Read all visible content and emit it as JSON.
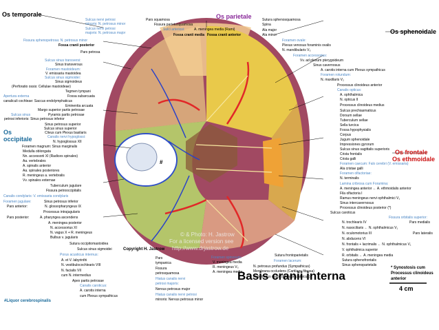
{
  "title": "Basis cranii interna",
  "scale": "4 cm",
  "watermark": [
    "© & Photo: H. Jastrow",
    "For a licensed version see",
    "http://www.drjastrow.de"
  ],
  "copyright": "Copyright H. Jastrow",
  "footnote_left": "#Liquor cerebrospinalis",
  "footnote_right": [
    "* Synostosis cum",
    "Processus clinoideus",
    "anterior"
  ],
  "hash_mark": "#",
  "bones": {
    "temporale": "Os temporale",
    "parietale": "Os parietale",
    "sphenoidale": "Os sphenoidale",
    "occipitale": "Os occipitale",
    "frontale": "Os frontale",
    "ethmoidale": "Os ethmoidale"
  },
  "colors": {
    "temporale": "#d6a57a",
    "parietale": "#f3cd92",
    "sphenoidale": "#e9c94a",
    "occipitale": "#b4c56a",
    "frontale": "#d8a84e",
    "ethmoidale": "#efa236",
    "outer": "#a14962",
    "vessel_artery": "#e12828",
    "vessel_vein": "#2a42c8",
    "label_blue": "#4a86c5",
    "label_red": "#cc1010",
    "label_purple": "#8a2a9a"
  },
  "labels": {
    "l_sulcus_nervi_min": "Sulcus nervi petrosi",
    "l_minoris": "minoris: N. petrosus minor",
    "l_sulcus_nervi_maj": "Sulcus nervi petrosi",
    "l_majoris": "majoris: N. petrosus major",
    "l_fissura_spheno": "Fissura sphenopetrosa: N. petrosus minor",
    "l_fossa_cranii_post": "Fossa cranii posterior",
    "l_pars_petrosa": "Pars petrosa",
    "l_sulcus_sinus_transversi": "Sulcus sinus transversi:",
    "l_sinus_transversus": "Sinus transversus",
    "l_foramen_mastoideum": "Foramen mastoideum:",
    "l_v_emissaria_mastoidea": "V. emissaria mastoidea",
    "l_sulcus_sinus_sigmoidei": "Sulcus sinus sigmoidei:",
    "l_sinus_sigmoideus": "Sinus sigmoideus",
    "l_perforatio": "(Perforatio ossis: Cellulae mastoideae)",
    "l_tegmen_tympani": "Tegmen tympani",
    "l_apertura1": "Apertura externa",
    "l_fossa_subarcuata": "Fossa subarcuata",
    "l_apertura2": "canaliculi cochleae: Saccus endolymphaticus",
    "l_eminentia_arcuata": "Eminentia arcuata",
    "l_margo_superior": "Margo superior partis petrosae",
    "l_sulcus_sinus_petrosi1": "Sulcus sinus",
    "l_pyramis": "Pyramis partis petrosae",
    "l_sulcus_sinus_petrosi2": "petrosi inferioris: Sinus petrosus inferior",
    "l_sinus_petrosus_superior": "Sinus petrosus superior",
    "l_sulcus_sinus_sup": "Sulcus sinus superior",
    "l_clivus": "Clivus cum Plexus basilaris",
    "l_canalis_hypoglossi": "Canalis nervi hypoglossi:",
    "l_n_hypoglossus": "N. hypoglossus XII",
    "l_foramen_magnum": "Foramen magnum: Sinus marginalis",
    "l_medulla": "Medulla oblongata",
    "l_nn_accessorii": "Nn. accessorii XI (Radices spinales)",
    "l_aa_vertebrales": "Aa. vertebrales",
    "l_a_spinalis_anterior": "A. spinalis anterior",
    "l_aa_spinales_post": "Aa. spinales posteriores",
    "l_r_meningeus": "R. meningeus a. vertebralis",
    "l_vv_spinales": "Vv. spinales externae",
    "l_tuberculum_jugulare": "Tuberculum jugulare",
    "l_fissura_petrooccipitalis": "Fissura petrooccipitalis",
    "l_canalis_condylaris": "Canalis condylaris: V. emissaria condylaris",
    "l_foramen_jugulare": "Foramen jugulare:",
    "l_sinus_petrosus_inferior": "Sinus petrosus inferior",
    "l_pars_anterior": "Pars anterior:",
    "l_n_glossopharyngeus": "N. glossopharyngeus IX",
    "l_processus_intrajugularis": "Processus intrajugularis",
    "l_pars_posterior": "Pars posterior:",
    "l_a_pharyngea": "A. pharyngea ascendens",
    "l_a_meningea_post": "A. meningea posterior",
    "l_n_accessorius": "N. accessorius XI",
    "l_n_vagus": "N. vagus X + R. meningeus",
    "l_bulbus": "Bulbus v. jugularis",
    "l_sutura_occipitomastoidea": "Sutura occipitomastoidea",
    "l_sulcus_sinus_sigmoidei2": "Sulcus sinus sigmoidei",
    "l_porus_acusticus": "Porus acusticus internus:",
    "l_a_et_v_labyrinthi": "A. et V. labyrinthi",
    "l_n_vestibulocochlearis": "N. vestibulocochlearis VIII",
    "l_n_facialis": "N. facialis VII",
    "l_n_intermedius": "cum N. intermedius",
    "l_apex": "Apex partis petrosae",
    "l_canalis_caroticus": "Canalis caroticus:",
    "l_a_carotis_interna": "A. carotis interna",
    "l_plexus_sympathicus": "cum Plexus sympathicus",
    "c_pars_squamosa": "Pars squamosa",
    "c_fissura_parietosquamosa": "Fissura parietosquamosa",
    "c_sulci_arteriosi": "Sulci arteriosi:",
    "c_a_meningea_rami": "A. meningea media (Rami)",
    "c_fossa_cranii_media": "Fossa cranii media",
    "c_fossa_cranii_anterior": "Fossa cranii anterior",
    "c_pars_tympanica1": "Pars",
    "c_pars_tympanica2": "tympanica",
    "c_fissura_petrosquamosa1": "Fissura",
    "c_fissura_petrosquamosa2": "petrosquamosa",
    "c_hiatus_minoris1": "Hiatus canalis nervi",
    "c_hiatus_minoris2": "petrosi majoris:",
    "c_n_petrosus_major": "Nervus petrosus major",
    "c_hiatus_majoris": "Hiatus canalis nervi petrosi",
    "c_minoris_n": "minoris: Nervus petrosus minor",
    "c_foramen_spinosum": "Foramen spinosum:",
    "c_v_meningea_media": "V. meningea media",
    "c_r_meningeus_v3": "R. meningeus V₃",
    "c_a_meningea_media": "A. meningea media",
    "c_sutura_frontoparietalis": "Sutura frontoparietalis",
    "c_foramen_lacerum": "Foramen lacerum:",
    "c_n_petrosus_profundus": "N. petrosus profundus (Sympathicus)",
    "c_membrana": "Membrana occludens (Cartilago fibrosa)",
    "c_n_petrosus_major2": "N. petrosus major (Parasympathicus)",
    "r_sutura_sphenosquamosa": "Sutura sphenosquamosa",
    "r_spina": "Spina",
    "r_ala_major": "Ala major",
    "r_ala_minor": "Ala minor",
    "r_foramen_ovale": "Foramen ovale:",
    "r_plexus_venosus": "Plexus venosus foraminis ovalis",
    "r_n_mandibularis": "N. mandibularis V₃",
    "r_foramen_accessorius": "Foramen accessorius:",
    "r_vv_ad_plexum": "Vv. ad plexum pterygoideum",
    "r_sinus_cavernosus": "Sinus cavernosus",
    "r_a_carotis_interna": "A. carotis interna cum Plexus sympathicus",
    "r_foramen_rotundum": "Foramen rotundum:",
    "r_n_maxillaris": "N. maxillaris V₂",
    "r_processus_clinoideus_ant": "Processus clinoideus anterior",
    "r_canalis_opticus": "Canalis opticus:",
    "r_a_ophthalmica": "A. ophthalmica",
    "r_n_opticus": "N. opticus II",
    "r_processus_clinoideus_med": "Processus clinoideus medius",
    "r_sulcus_prechiasmaticus": "Sulcus prechiasmaticus",
    "r_dorsum_sellae": "Dorsum sellae",
    "r_tuberculum_sellae": "Tuberculum sellae",
    "r_sella_turcica": "Sella turcica",
    "r_fossa_hypophysialis": "Fossa hypophysialis",
    "r_corpus": "Corpus",
    "r_jugum_sphenoidale": "Jugum sphenoidale",
    "r_impressiones_gyrorum": "Impressiones gyrorum",
    "r_sulcus_sinus_sagittalis": "Sulcus sinus sagittalis superioris",
    "r_crista_frontalis": "Crista frontalis",
    "r_crista_galli": "Crista galli",
    "r_foramen_caecum": "Foramen caecum: Falx cerebri (V. emissaria)",
    "r_ala_cristae_galli": "Ala cristae galli",
    "r_foramen_olfactoriae": "Foramen olfactoriae:",
    "r_n_terminalis": "N. terminalis",
    "r_lamina_cribrosa": "Lamina cribrosa cum Foramina:",
    "r_a_meningea_anterior": "A. meningea anterior ← A. ethmoidalis anterior",
    "r_fila_olfactoria": "Fila olfactoria I",
    "r_ramus_meningeus": "Ramus meningeus nervi ophthalmici V₁",
    "r_sinus_intercavernosus": "Sinus intercavernosus",
    "r_processus_clinoideus_post": "Processus clinoideus posterior (*)",
    "r_sulcus_caroticus": "Sulcus caroticus",
    "r_fissura_orbitalis": "Fissura orbitalis superior:",
    "r_pars_medialis": "Pars medialis",
    "r_n_trochlearis": "N. trochlearis IV",
    "r_n_nasociliaris": "N. nasociliaris ← N. ophthalmicus V₁",
    "r_pars_lateralis": "Pars lateralis",
    "r_n_oculomotorius": "N. oculomotorius III",
    "r_n_abducens": "N. abducens VI",
    "r_n_frontalis": "N. frontalis + lacrimalis ← N. ophthalmicus V₁",
    "r_v_ophthalmica": "V. ophthalmica superior",
    "r_r_orbitalis": "R. orbitalis ← A. meningea media",
    "r_sutura_sphenofrontalis": "Sutura sphenofrontalis",
    "r_sinus_sphenoparietalis": "Sinus sphenoparietalis"
  }
}
